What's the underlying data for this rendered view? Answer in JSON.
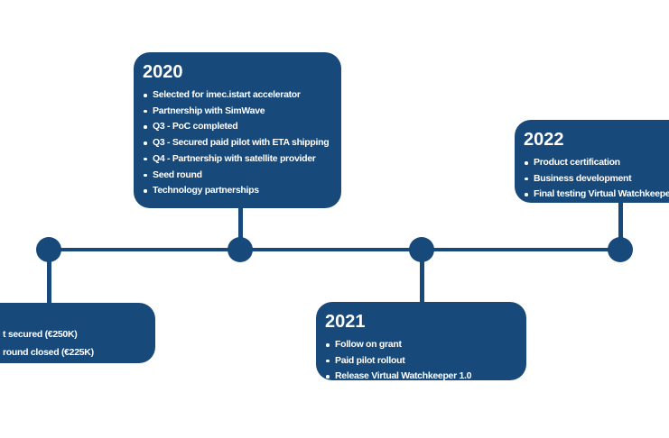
{
  "theme": {
    "navy": "#17497B",
    "text": "#FFFFFF",
    "background": "#FFFFFF"
  },
  "timeline": {
    "type": "horizontal-milestone-timeline",
    "node_count": 4,
    "milestones": {
      "earlier": {
        "note_visible_fragments_only": true,
        "items": [
          "t secured (€250K)",
          "round closed (€225K)"
        ]
      },
      "y2020": {
        "year": "2020",
        "items": [
          "Selected for imec.istart accelerator",
          "Partnership with SimWave",
          "Q3 - PoC completed",
          "Q3 - Secured paid pilot with ETA shipping",
          "Q4 - Partnership with satellite provider",
          "Seed round",
          "Technology partnerships"
        ]
      },
      "y2021": {
        "year": "2021",
        "items": [
          "Follow on grant",
          "Paid pilot rollout",
          "Release Virtual Watchkeeper 1.0"
        ]
      },
      "y2022": {
        "year": "2022",
        "items": [
          "Product certification",
          "Business development",
          "Final testing Virtual Watchkeeper"
        ]
      }
    }
  }
}
